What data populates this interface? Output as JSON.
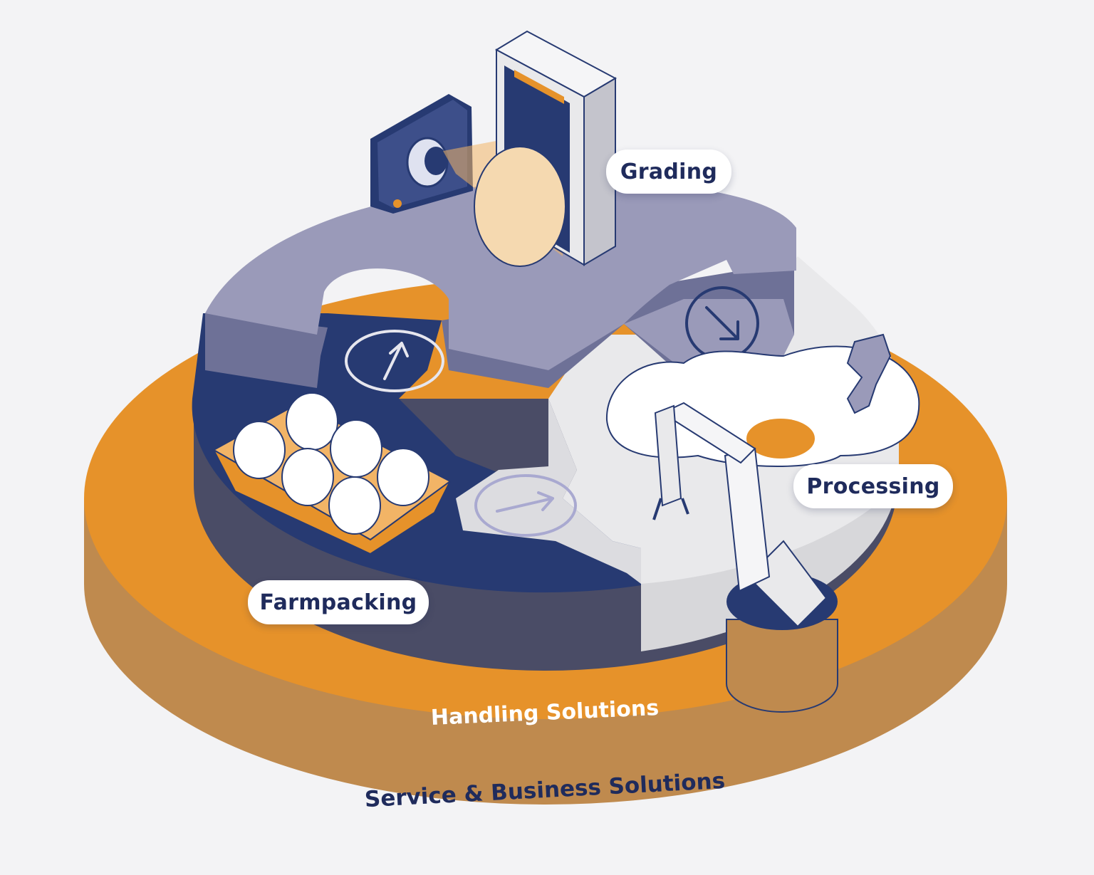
{
  "segments": {
    "grading": {
      "label": "Grading"
    },
    "processing": {
      "label": "Processing"
    },
    "farmpacking": {
      "label": "Farmpacking"
    }
  },
  "rings": {
    "handling": {
      "label": "Handling Solutions"
    },
    "service": {
      "label": "Service & Business Solutions"
    }
  },
  "icons": {
    "grading_arrow": "arrow-down-right-icon",
    "processing_arrow": "arrow-right-icon",
    "farmpacking_arrow": "arrow-up-right-icon",
    "camera": "camera-icon",
    "scanner": "scanner-gate-icon",
    "egg_tray": "egg-tray-icon",
    "robot_arm": "robot-arm-icon",
    "cracked_egg": "cracked-egg-icon"
  },
  "colors": {
    "background": "#f3f3f5",
    "orange": "#e6922a",
    "orange_dark": "#bf8a4e",
    "navy": "#273a72",
    "lavender": "#9a9ab9",
    "light_gray": "#e7e7e9",
    "text_navy": "#1f2b5c"
  }
}
